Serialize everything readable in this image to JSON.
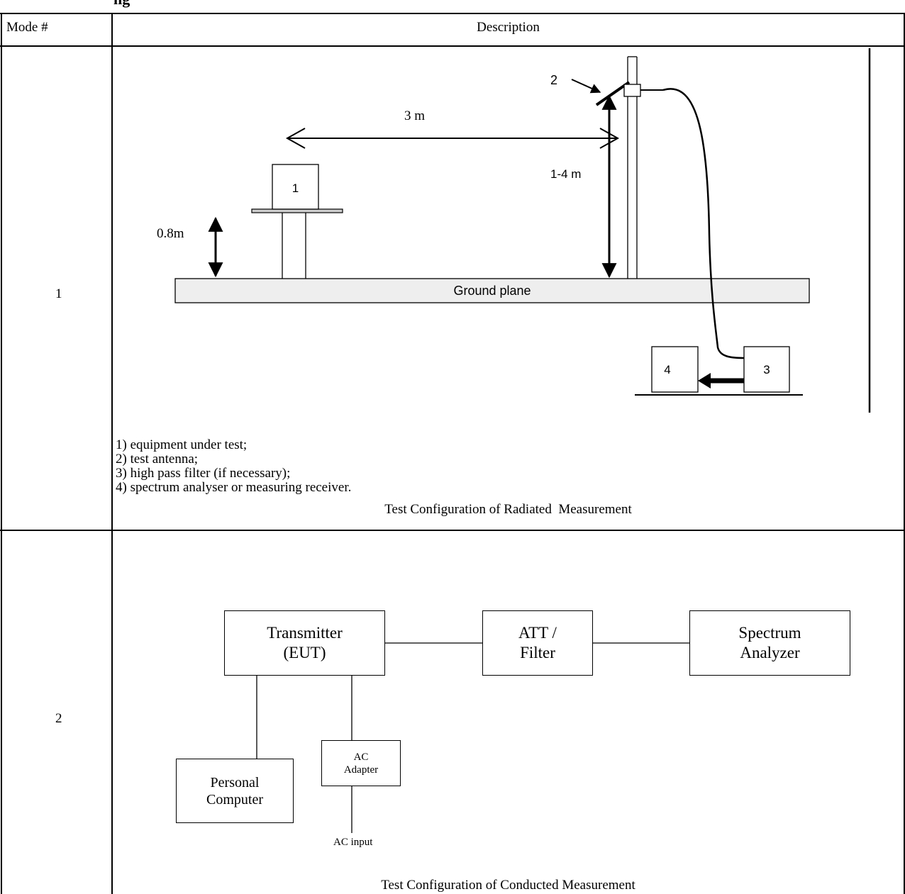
{
  "heading_fragment": "ng",
  "table": {
    "headers": {
      "mode": "Mode #",
      "description": "Description"
    },
    "rows": [
      {
        "mode": "1",
        "diagram": {
          "distance_label": "3 m",
          "height_label": "1-4 m",
          "table_height_label": "0.8m",
          "ground_plane_label": "Ground plane",
          "item_numbers": [
            "1",
            "2",
            "3",
            "4"
          ]
        },
        "legend": [
          "1) equipment under test;",
          "2) test antenna;",
          "3) high pass filter (if necessary);",
          "4) spectrum analyser or measuring receiver."
        ],
        "caption": "Test Configuration of Radiated  Measurement"
      },
      {
        "mode": "2",
        "diagram": {
          "transmitter": [
            "Transmitter",
            "(EUT)"
          ],
          "att_filter": [
            "ATT /",
            "Filter"
          ],
          "spectrum_analyzer": [
            "Spectrum",
            "Analyzer"
          ],
          "personal_computer": [
            "Personal",
            "Computer"
          ],
          "ac_adapter": [
            "AC",
            "Adapter"
          ],
          "ac_input": "AC input"
        },
        "caption": "Test Configuration of Conducted Measurement"
      }
    ]
  }
}
